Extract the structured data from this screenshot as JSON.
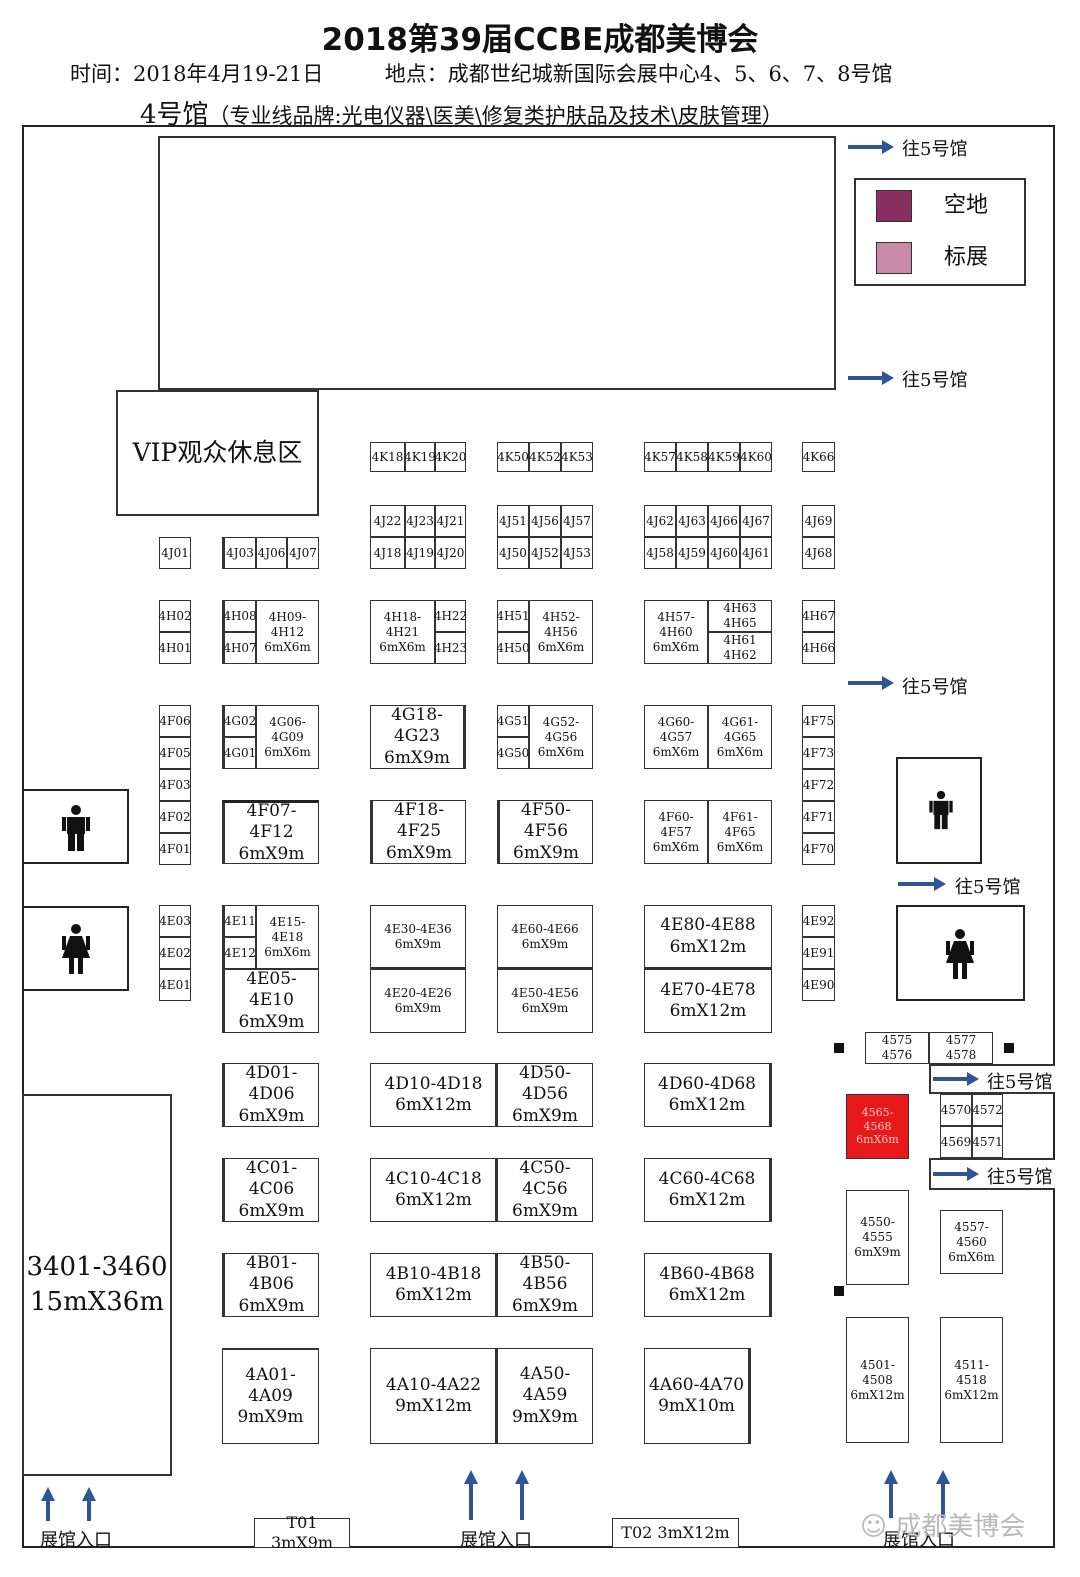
{
  "header": {
    "title": "2018第39届CCBE成都美博会",
    "time": "时间：2018年4月19-21日",
    "place": "地点：成都世纪城新国际会展中心4、5、6、7、8号馆",
    "hall_name": "4号馆",
    "hall_desc": "（专业线品牌:光电仪器\\医美\\修复类护肤品及技术\\皮肤管理）"
  },
  "legend": {
    "items": [
      {
        "label": "空地",
        "color": "#8b2f62"
      },
      {
        "label": "标展",
        "color": "#c98aaa"
      }
    ]
  },
  "labels": {
    "to_hall5": "往5号馆",
    "entrance": "展馆入口",
    "vip": "VIP观众休息区",
    "big_block": "3401-3460\n15mX36m",
    "watermark": "成都美博会"
  },
  "colors": {
    "arrow": "#2f5597",
    "highlight": "#e8191b"
  },
  "booths": {
    "k18": "4K18",
    "k19": "4K19",
    "k20": "4K20",
    "k50": "4K50",
    "k52": "4K52",
    "k53": "4K53",
    "k57": "4K57",
    "k58": "4K58",
    "k59": "4K59",
    "k60": "4K60",
    "k66": "4K66",
    "j22": "4J22",
    "j23": "4J23",
    "j21": "4J21",
    "j51": "4J51",
    "j56": "4J56",
    "j57": "4J57",
    "j62": "4J62",
    "j63": "4J63",
    "j66": "4J66",
    "j67": "4J67",
    "j69": "4J69",
    "j01": "4J01",
    "j03": "4J03",
    "j06": "4J06",
    "j07": "4J07",
    "j18": "4J18",
    "j19": "4J19",
    "j20": "4J20",
    "j50": "4J50",
    "j52": "4J52",
    "j53": "4J53",
    "j58": "4J58",
    "j59": "4J59",
    "j60": "4J60",
    "j61": "4J61",
    "j68": "4J68",
    "h02": "4H02",
    "h01": "4H01",
    "h08": "4H08",
    "h07": "4H07",
    "h09": "4H09-\n4H12\n6mX6m",
    "h18": "4H18-\n4H21\n6mX6m",
    "h22": "4H22",
    "h23": "4H23",
    "h51": "4H51",
    "h50": "4H50",
    "h52": "4H52-\n4H56\n6mX6m",
    "h57": "4H57-\n4H60\n6mX6m",
    "h63": "4H63 4H65",
    "h61": "4H61 4H62",
    "h67": "4H67",
    "h66": "4H66",
    "f06": "4F06",
    "f05": "4F05",
    "f03": "4F03",
    "f02": "4F02",
    "f01": "4F01",
    "g02": "4G02",
    "g01": "4G01",
    "g06": "4G06-\n4G09\n6mX6m",
    "g18": "4G18-4G23\n6mX9m",
    "g51": "4G51",
    "g50": "4G50",
    "g52": "4G52-\n4G56\n6mX6m",
    "g60": "4G60-\n4G57\n6mX6m",
    "g61": "4G61-\n4G65\n6mX6m",
    "f75": "4F75",
    "f73": "4F73",
    "f72": "4F72",
    "f71": "4F71",
    "f70": "4F70",
    "f07": "4F07-4F12\n6mX9m",
    "f18": "4F18-4F25\n6mX9m",
    "f50": "4F50-4F56\n6mX9m",
    "f60": "4F60-\n4F57\n6mX6m",
    "f61": "4F61-\n4F65\n6mX6m",
    "e03": "4E03",
    "e02": "4E02",
    "e01": "4E01",
    "e11": "4E11",
    "e12": "4E12",
    "e15": "4E15-\n4E18\n6mX6m",
    "e05": "4E05-4E10\n6mX9m",
    "e30": "4E30-4E36\n6mX9m",
    "e20": "4E20-4E26\n6mX9m",
    "e60": "4E60-4E66\n6mX9m",
    "e50": "4E50-4E56\n6mX9m",
    "e80": "4E80-4E88\n6mX12m",
    "e70": "4E70-4E78\n6mX12m",
    "e92": "4E92",
    "e91": "4E91",
    "e90": "4E90",
    "d01": "4D01-4D06\n6mX9m",
    "d10": "4D10-4D18\n6mX12m",
    "d50": "4D50-4D56\n6mX9m",
    "d60": "4D60-4D68\n6mX12m",
    "c01": "4C01-4C06\n6mX9m",
    "c10": "4C10-4C18\n6mX12m",
    "c50": "4C50-4C56\n6mX9m",
    "c60": "4C60-4C68\n6mX12m",
    "b01": "4B01-4B06\n6mX9m",
    "b10": "4B10-4B18\n6mX12m",
    "b50": "4B50-4B56\n6mX9m",
    "b60": "4B60-4B68\n6mX12m",
    "a01": "4A01-4A09\n9mX9m",
    "a10": "4A10-4A22\n9mX12m",
    "a50": "4A50-4A59\n9mX9m",
    "a60": "4A60-4A70\n9mX10m",
    "s4575": "4575 4576",
    "s4577": "4577 4578",
    "s4565": "4565-\n4568\n6mX6m",
    "s4570": "4570",
    "s4572": "4572",
    "s4569": "4569",
    "s4571": "4571",
    "s4550": "4550-\n4555\n6mX9m",
    "s4557": "4557-\n4560\n6mX6m",
    "s4501": "4501-\n4508\n6mX12m",
    "s4511": "4511-\n4518\n6mX12m",
    "t01": "T01  3mX9m",
    "t02": "T02  3mX12m"
  }
}
